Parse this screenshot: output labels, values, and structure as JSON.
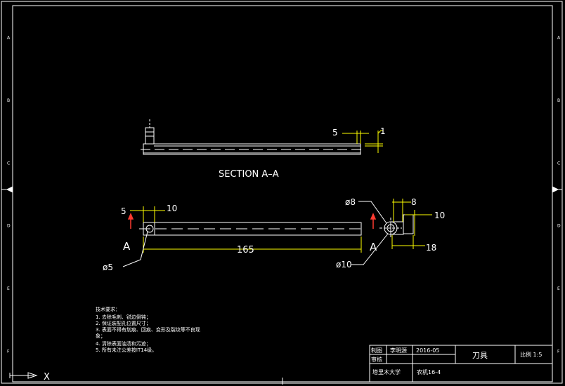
{
  "drawing": {
    "colors": {
      "background": "#000000",
      "geometry": "#ffffff",
      "dimension": "#ffff00",
      "marker": "#ff3b30"
    },
    "section_view": {
      "title": "SECTION A–A",
      "dim_5": "5",
      "dim_1": "1"
    },
    "front_view": {
      "dim_5": "5",
      "dim_10": "10",
      "dim_165": "165",
      "section_mark_left": "A",
      "section_mark_right": "A",
      "dia_5": "ø5"
    },
    "end_view": {
      "dia_8": "ø8",
      "dim_8": "8",
      "dim_10": "10",
      "dim_18": "18",
      "dia_10": "ø10"
    },
    "notes": {
      "heading": "技术要求：",
      "lines": [
        "1. 去除毛刺、锐边倒钝；",
        "2. 保证装配孔位置尺寸；",
        "3. 表面不得有划痕、回痕、变形及裂纹等不良现",
        "象；",
        "4. 清除表面油渍和污迹；",
        "5. 所有未注公差按IT14级。"
      ]
    },
    "title_block": {
      "drawn_label": "制图",
      "drawn_by": "李明源",
      "date": "2016-05",
      "checked_label": "审核",
      "part_name": "刀具",
      "scale": "比例 1:5",
      "school": "塔里木大学",
      "class": "农机16-4"
    },
    "ucs": {
      "x_label": "X"
    },
    "border": {
      "row_letters": [
        "A",
        "B",
        "C",
        "D",
        "E",
        "F"
      ]
    }
  }
}
